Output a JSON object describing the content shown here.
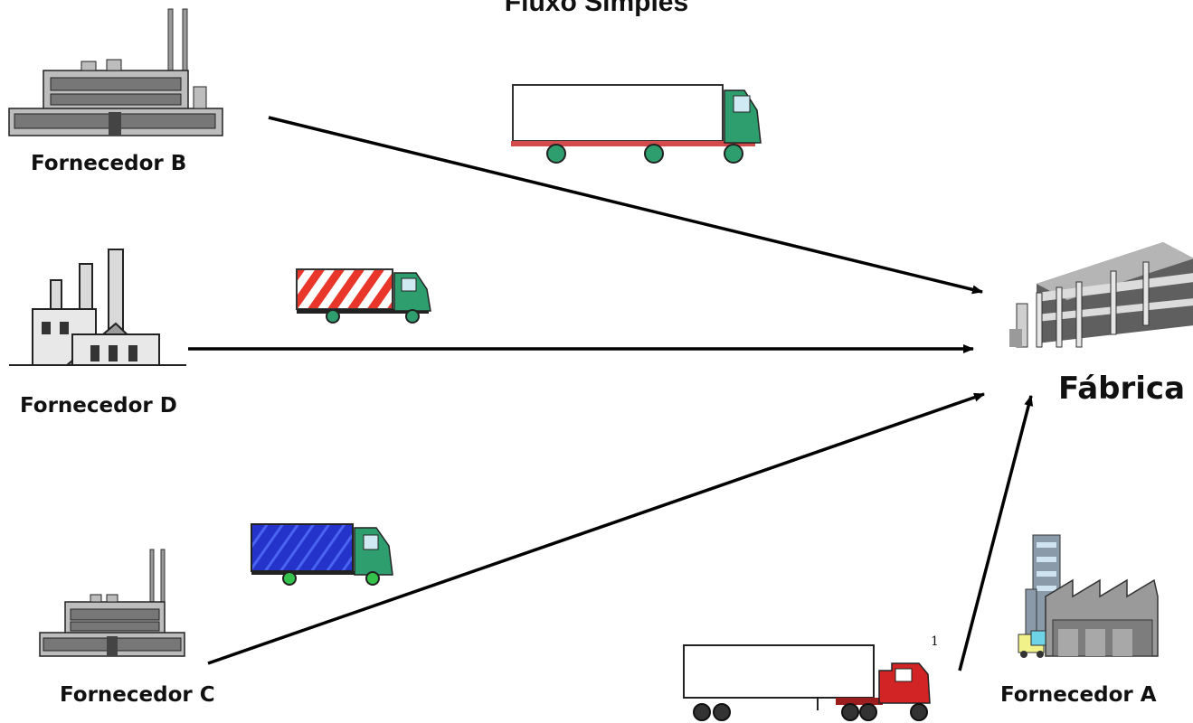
{
  "diagram": {
    "title": "Fluxo Simples",
    "nodes": [
      {
        "id": "fornecedor_b",
        "label": "Fornecedor B",
        "icon": "factory-icon"
      },
      {
        "id": "fornecedor_d",
        "label": "Fornecedor D",
        "icon": "old-factory-icon"
      },
      {
        "id": "fornecedor_c",
        "label": "Fornecedor C",
        "icon": "factory-icon"
      },
      {
        "id": "fornecedor_a",
        "label": "Fornecedor A",
        "icon": "industrial-building-icon"
      },
      {
        "id": "fabrica",
        "label": "Fábrica",
        "icon": "modern-factory-icon"
      }
    ],
    "edges": [
      {
        "from": "fornecedor_b",
        "to": "fabrica",
        "vehicle": "white-box-truck-icon"
      },
      {
        "from": "fornecedor_d",
        "to": "fabrica",
        "vehicle": "striped-red-truck-icon"
      },
      {
        "from": "fornecedor_c",
        "to": "fabrica",
        "vehicle": "blue-curtain-truck-icon"
      },
      {
        "from": "fornecedor_a",
        "to": "fabrica",
        "vehicle": "semi-trailer-truck-icon"
      }
    ],
    "note": "1",
    "colors": {
      "line": "#000000",
      "truck_cab_green": "#2f9e6e",
      "stripe_red": "#e8362a",
      "curtain_blue": "#2433c9",
      "cab_red": "#d22424",
      "building_gray": "#9a9a9a"
    }
  }
}
